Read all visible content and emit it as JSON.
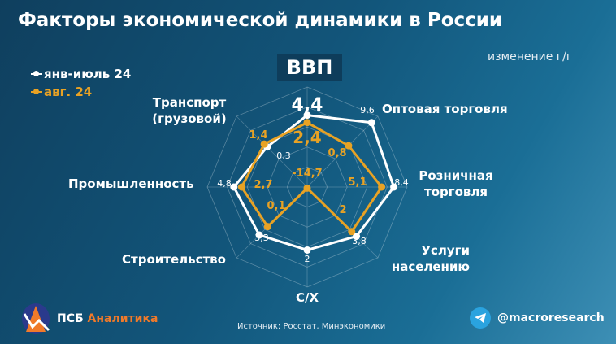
{
  "title": "Факторы экономической динамики в России",
  "subtitle": "изменение г/г",
  "footer": {
    "source": "Источник: Росстат, Минэкономики",
    "brand_a": "ПСБ",
    "brand_b": "Аналитика",
    "telegram": "@macroresearch"
  },
  "colors": {
    "series1": "#ffffff",
    "series2": "#e8a224",
    "brand_orange": "#f07a2a"
  },
  "chart_data": {
    "type": "radar",
    "categories": [
      "ВВП",
      "Оптовая торговля",
      "Розничная торговля",
      "Услуги населению",
      "С/Х",
      "Строительство",
      "Промышленность",
      "Транспорт (грузовой)"
    ],
    "series": [
      {
        "name": "янв-июль 24",
        "values": [
          4.4,
          9.6,
          8.4,
          3.8,
          2,
          3.3,
          4.8,
          0.3
        ],
        "labels": [
          "4,4",
          "9,6",
          "8,4",
          "3,8",
          "2",
          "3,3",
          "4,8",
          "0,3"
        ]
      },
      {
        "name": "авг. 24",
        "values": [
          2.4,
          0.8,
          5.1,
          2,
          -14.7,
          0.1,
          2.7,
          1.4
        ],
        "labels": [
          "2,4",
          "0,8",
          "5,1",
          "2",
          "-14,7",
          "0,1",
          "2,7",
          "1,4"
        ]
      }
    ],
    "rlim": [
      -15,
      12
    ],
    "grid": true,
    "legend": "top-left"
  }
}
